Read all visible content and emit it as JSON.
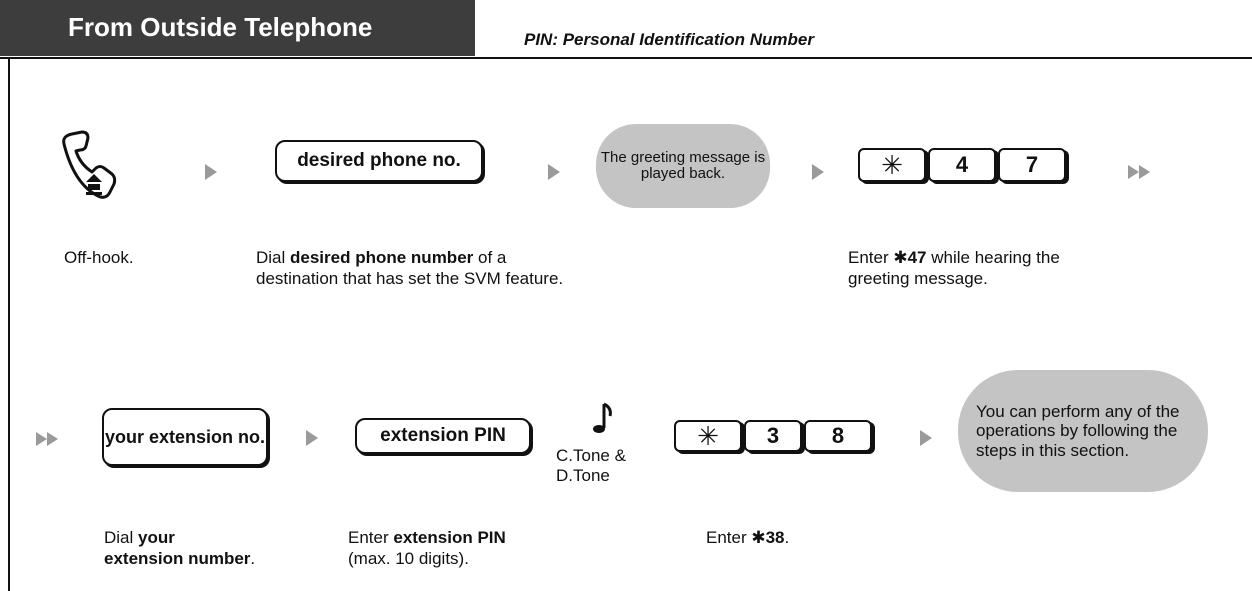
{
  "header": {
    "title": "From Outside Telephone",
    "subtitle": "PIN: Personal Identification Number"
  },
  "row1": {
    "phone_icon": "off-hook-handset-icon",
    "step1_desc": "Off-hook.",
    "box_phone": "desired phone no.",
    "step2_desc_pre": "Dial ",
    "step2_desc_bold": "desired phone number",
    "step2_desc_post": " of a destination that has set the SVM feature.",
    "greeting_bubble": "The greeting message is played back.",
    "keys": [
      "✳",
      "4",
      "7"
    ],
    "step4_desc_pre": "Enter ",
    "step4_desc_bold": "✱47",
    "step4_desc_post": " while hearing the greeting message."
  },
  "row2": {
    "box_extension": "your extension no.",
    "step1_desc_pre": "Dial ",
    "step1_desc_bold1": "your",
    "step1_desc_bold2": "extension number",
    "step1_desc_post": ".",
    "box_pin": "extension PIN",
    "step2_desc_pre": "Enter ",
    "step2_desc_bold": "extension PIN",
    "step2_desc_post": "(max. 10 digits).",
    "tone_icon": "music-note-icon",
    "tone_label_line1": "C.Tone &",
    "tone_label_line2": "D.Tone",
    "keys": [
      "✳",
      "3",
      "8"
    ],
    "step3_desc_pre": "Enter ",
    "step3_desc_bold": "✱38",
    "step3_desc_post": ".",
    "final_bubble": "You can perform any of the operations by following the steps in this section."
  }
}
